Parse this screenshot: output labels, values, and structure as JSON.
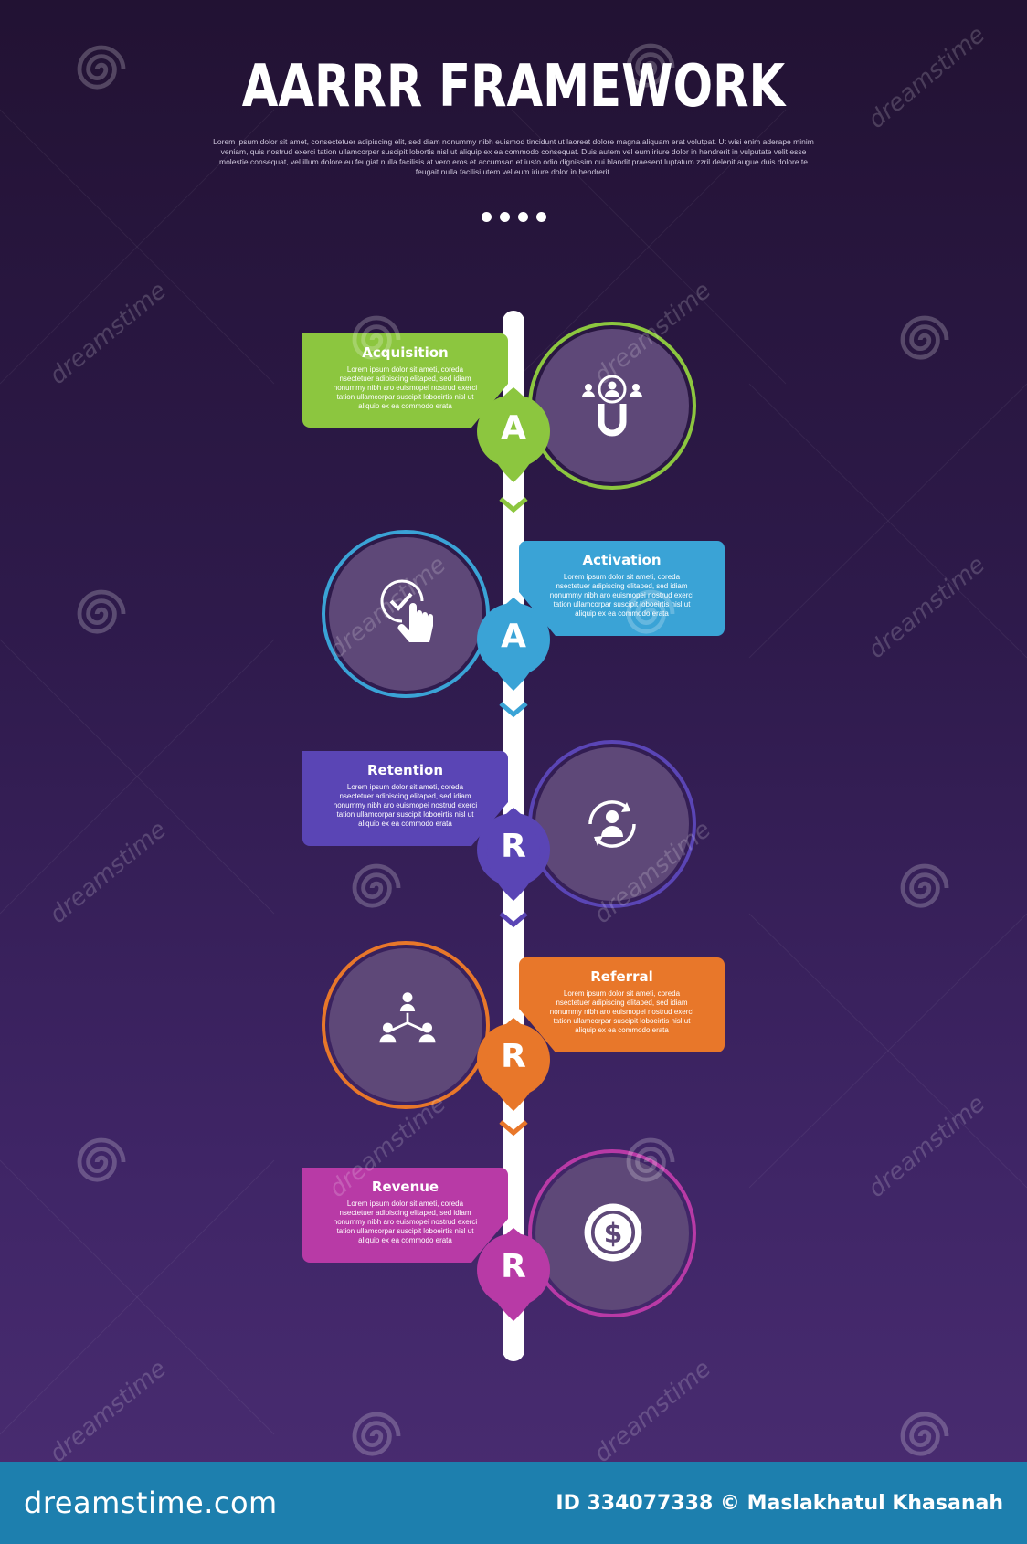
{
  "title": "AARRR FRAMEWORK",
  "subtitle": "Lorem ipsum dolor sit amet, consectetuer adipiscing elit, sed diam nonummy nibh euismod tincidunt ut laoreet dolore magna aliquam erat volutpat. Ut wisi enim aderape minim veniam, quis nostrud exerci tation ullamcorper suscipit lobortis nisl ut aliquip ex ea commodo consequat. Duis autem vel eum iriure dolor in hendrerit in vulputate velit esse molestie consequat, vel illum dolore eu feugiat nulla facilisis at vero eros et accumsan et iusto odio dignissim qui blandit praesent luptatum zzril delenit augue duis dolore te feugait nulla facilisi utem vel eum iriure dolor in hendrerit.",
  "stages": [
    {
      "letter": "A",
      "title": "Acquisition",
      "body": "Lorem ipsum dolor sit ameti, coreda nsectetuer adipiscing elitaped, sed idiam nonummy nibh aro euismopei nostrud exerci tation ullamcorpar suscipit loboeirtis nisl ut aliquip ex ea commodo erata",
      "color": "#8cc63f",
      "icon": "user-magnet-icon"
    },
    {
      "letter": "A",
      "title": "Activation",
      "body": "Lorem ipsum dolor sit ameti, coreda nsectetuer adipiscing elitaped, sed idiam nonummy nibh aro euismopei nostrud exerci tation ullamcorpar suscipit loboeirtis nisl ut aliquip ex ea commodo erata",
      "color": "#3aa3d6",
      "icon": "touch-check-icon"
    },
    {
      "letter": "R",
      "title": "Retention",
      "body": "Lorem ipsum dolor sit ameti, coreda nsectetuer adipiscing elitaped, sed idiam nonummy nibh aro euismopei nostrud exerci tation ullamcorpar suscipit loboeirtis nisl ut aliquip ex ea commodo erata",
      "color": "#5a45b5",
      "icon": "user-refresh-icon"
    },
    {
      "letter": "R",
      "title": "Referral",
      "body": "Lorem ipsum dolor sit ameti, coreda nsectetuer adipiscing elitaped, sed idiam nonummy nibh aro euismopei nostrud exerci tation ullamcorpar suscipit loboeirtis nisl ut aliquip ex ea commodo erata",
      "color": "#e8772a",
      "icon": "network-users-icon"
    },
    {
      "letter": "R",
      "title": "Revenue",
      "body": "Lorem ipsum dolor sit ameti, coreda nsectetuer adipiscing elitaped, sed idiam nonummy nibh aro euismopei nostrud exerci tation ullamcorpar suscipit loboeirtis nisl ut aliquip ex ea commodo erata",
      "color": "#b83aa6",
      "icon": "dollar-coin-icon"
    }
  ],
  "watermark": {
    "text": "dreamstime"
  },
  "footer": {
    "logo": "dreamstime.com",
    "credit": "ID 334077338 © Maslakhatul Khasanah"
  }
}
